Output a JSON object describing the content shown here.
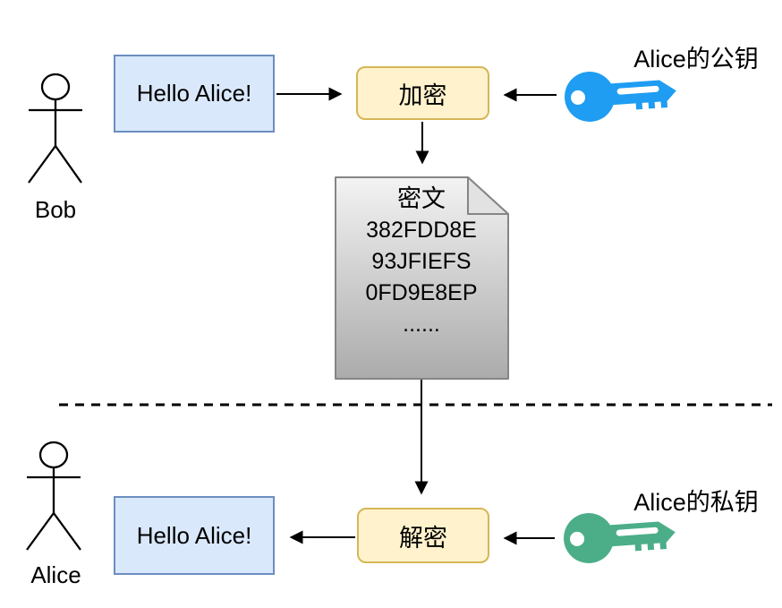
{
  "diagram": {
    "actors": {
      "sender": "Bob",
      "receiver": "Alice"
    },
    "encrypt_flow": {
      "message": "Hello Alice!",
      "process_label": "加密",
      "key_label": "Alice的公钥"
    },
    "decrypt_flow": {
      "message": "Hello Alice!",
      "process_label": "解密",
      "key_label": "Alice的私钥"
    },
    "ciphertext": {
      "title": "密文",
      "lines": [
        "382FDD8E",
        "93JFIEFS",
        "0FD9E8EP",
        "......"
      ]
    },
    "colors": {
      "public_key": "#1e9df2",
      "private_key": "#4bae89",
      "message_fill": "#dae8fc",
      "message_stroke": "#6c8ebf",
      "process_fill": "#fff2cc",
      "process_stroke": "#d6b656"
    }
  }
}
